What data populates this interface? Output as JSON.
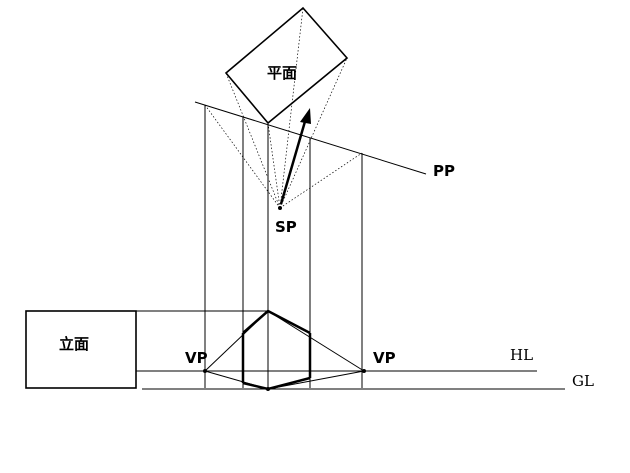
{
  "labels": {
    "plan": "平面",
    "elevation": "立面",
    "picture_plane": "PP",
    "station_point": "SP",
    "vp_left": "VP",
    "vp_right": "VP",
    "horizon_line": "HL",
    "ground_line": "GL"
  }
}
